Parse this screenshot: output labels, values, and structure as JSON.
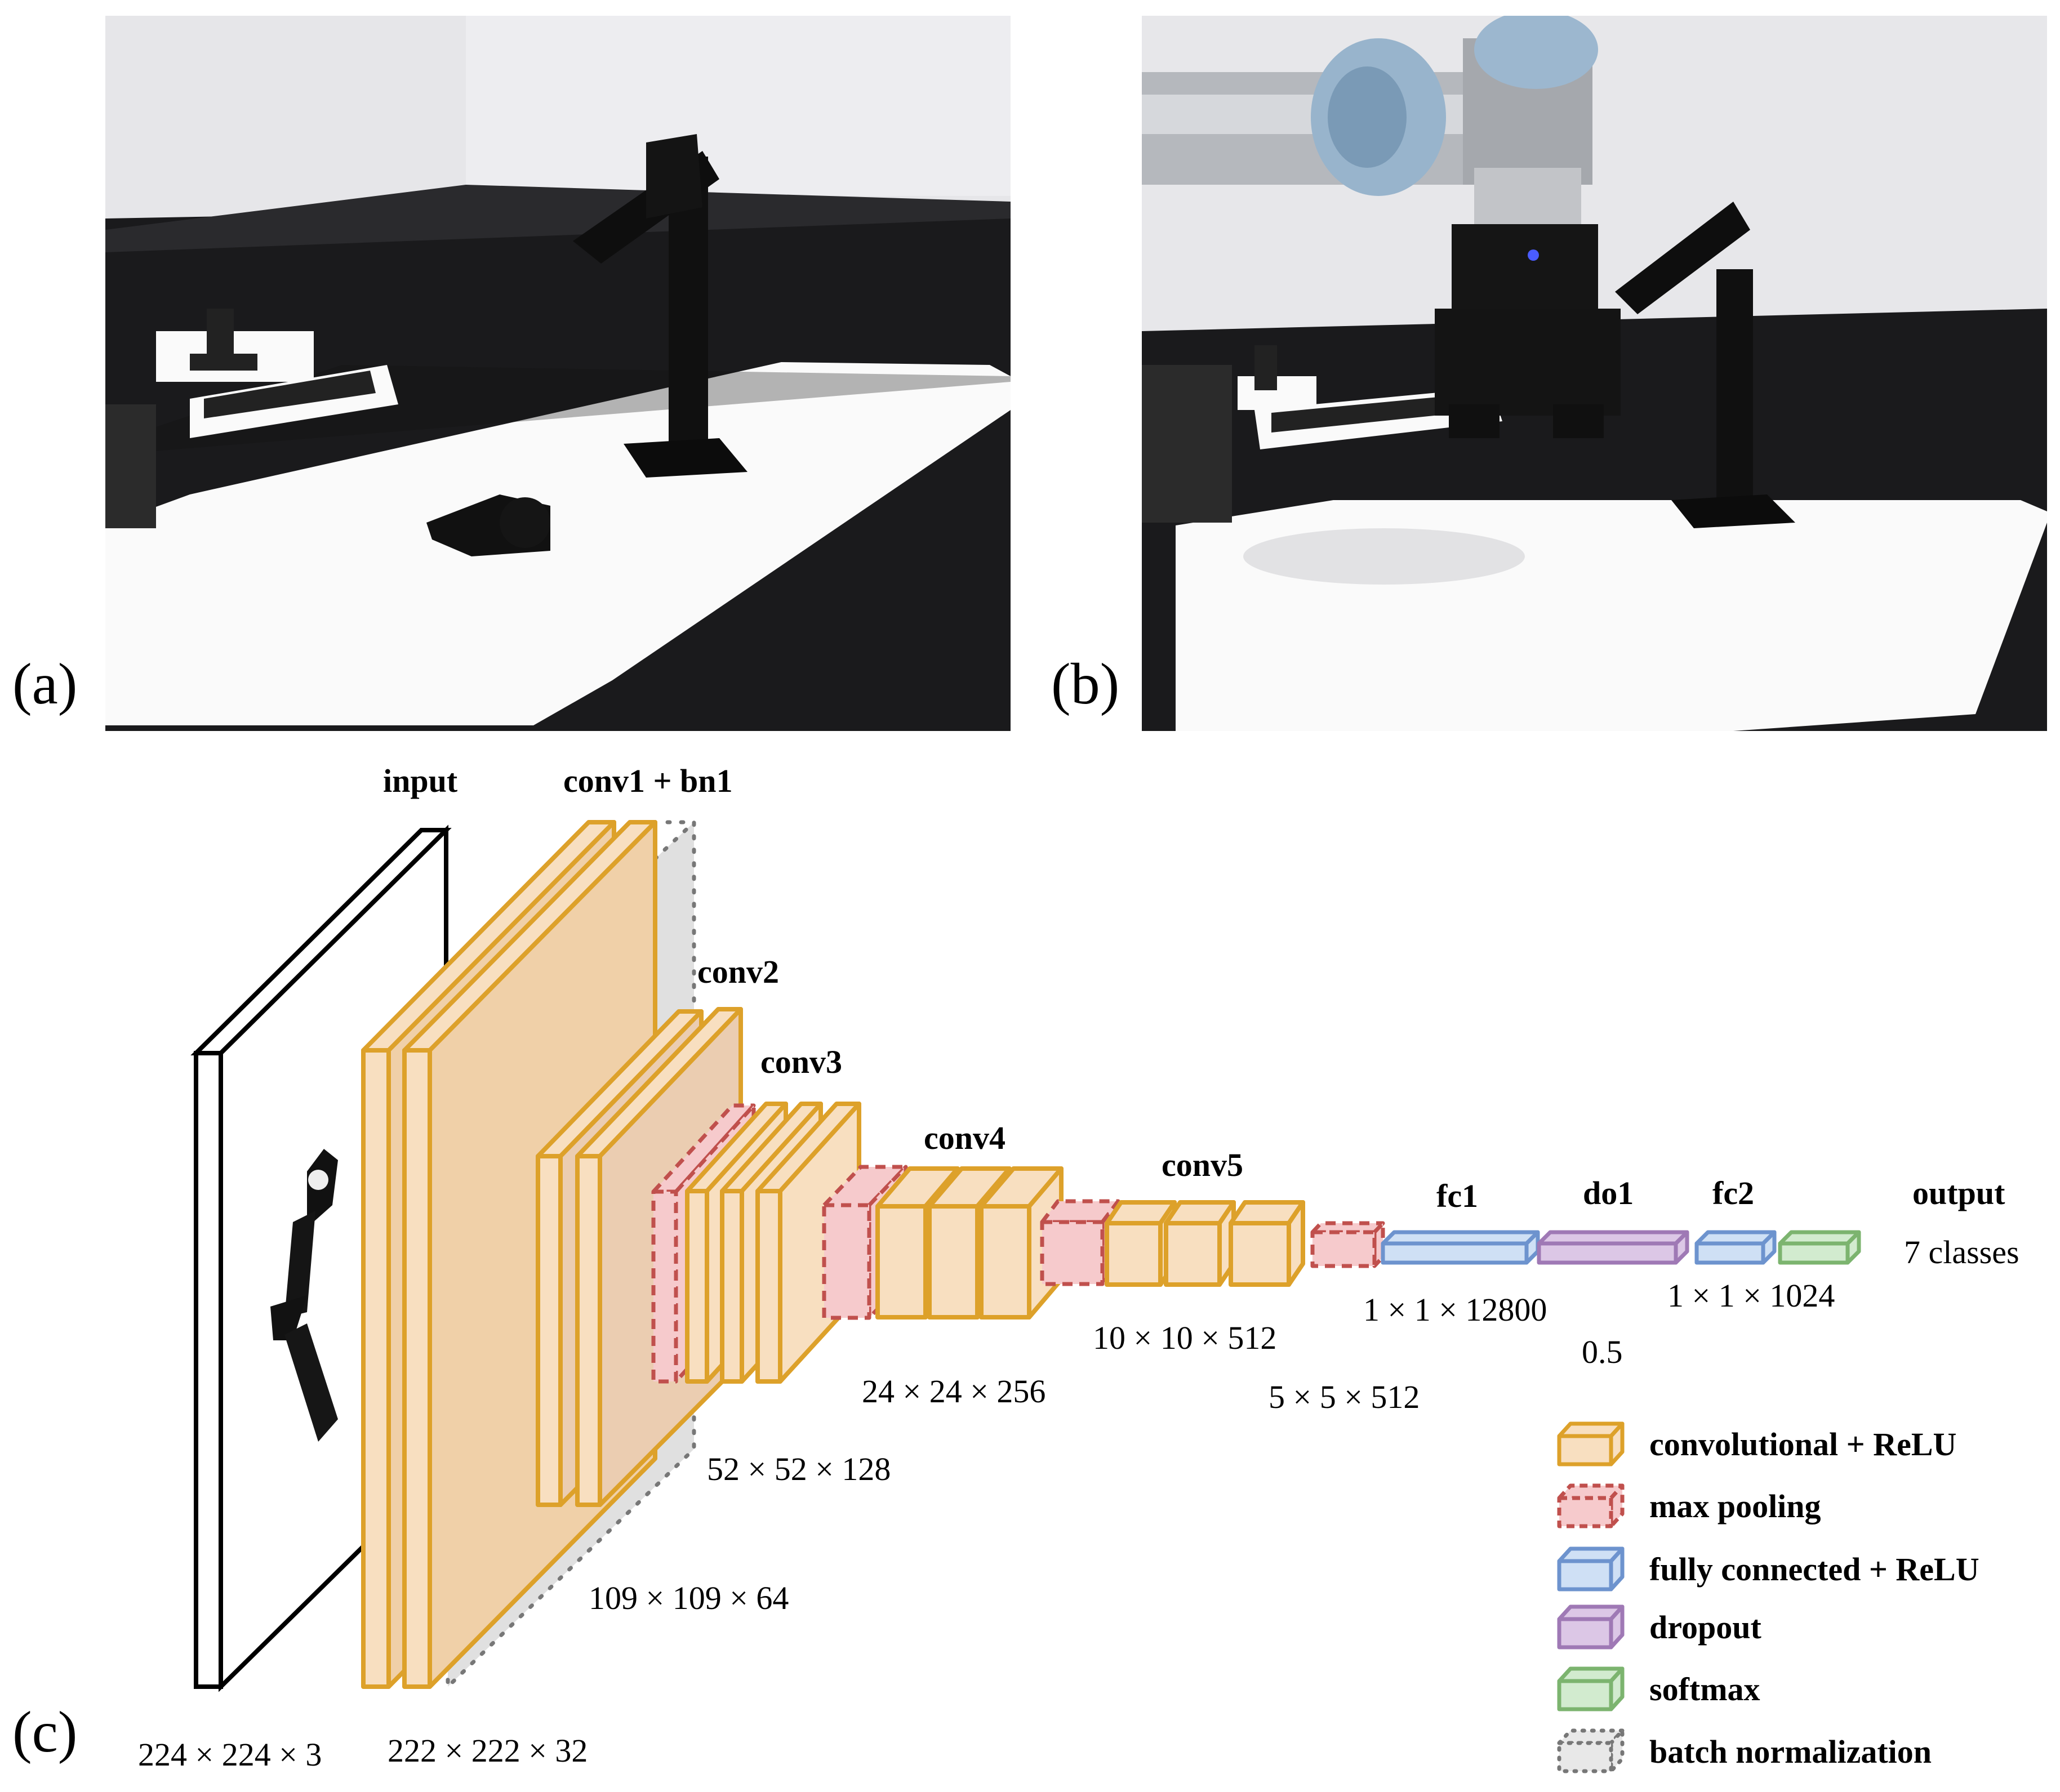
{
  "panels": {
    "a": "(a)",
    "b": "(b)",
    "c": "(c)"
  },
  "network": {
    "layers": {
      "input": "input",
      "conv1": "conv1 + bn1",
      "conv2": "conv2",
      "conv3": "conv3",
      "conv4": "conv4",
      "conv5": "conv5",
      "fc1": "fc1",
      "do1": "do1",
      "fc2": "fc2",
      "output": "output"
    },
    "dimensions": {
      "input": "224 × 224 × 3",
      "conv1": "222 × 222 × 32",
      "conv2": "109 × 109 × 64",
      "conv3": "52 × 52 × 128",
      "conv4": "24 × 24 × 256",
      "conv5": "10 × 10 × 512",
      "pool5": "5 × 5 × 512",
      "fc1": "1 × 1 × 12800",
      "dropout": "0.5",
      "fc2": "1 × 1 × 1024",
      "output": "7 classes"
    }
  },
  "legend": [
    {
      "label": "convolutional + ReLU",
      "color": "#F8DFC0",
      "stroke": "#DDA12A"
    },
    {
      "label": "max pooling",
      "color": "#F6CACC",
      "stroke": "#C0504D"
    },
    {
      "label": "fully connected + ReLU",
      "color": "#CFE0F5",
      "stroke": "#6D93CE"
    },
    {
      "label": "dropout",
      "color": "#DCC7E6",
      "stroke": "#9F79B5"
    },
    {
      "label": "softmax",
      "color": "#D2EBCF",
      "stroke": "#7CB46F"
    },
    {
      "label": "batch normalization",
      "color": "#E8E8E8",
      "stroke": "#777777"
    }
  ]
}
